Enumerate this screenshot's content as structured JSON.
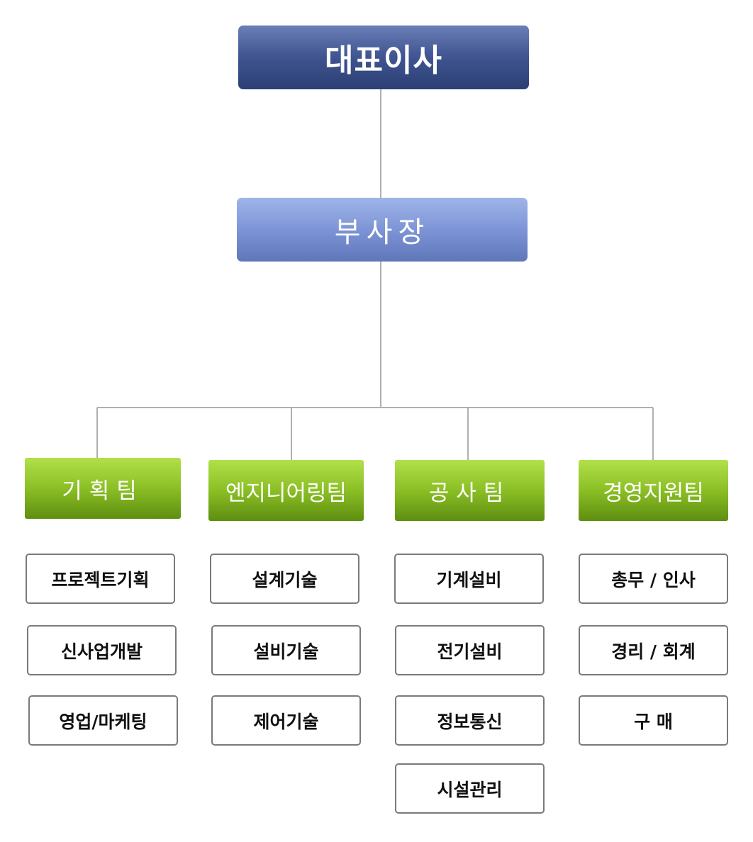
{
  "ceo": {
    "label": "대표이사"
  },
  "vp": {
    "label": "부사장"
  },
  "teams": [
    {
      "label": "기획팀",
      "items": [
        "프로젝트기획",
        "신사업개발",
        "영업/마케팅"
      ]
    },
    {
      "label": "엔지니어링팀",
      "items": [
        "설계기술",
        "설비기술",
        "제어기술"
      ]
    },
    {
      "label": "공사팀",
      "items": [
        "기계설비",
        "전기설비",
        "정보통신",
        "시설관리"
      ]
    },
    {
      "label": "경영지원팀",
      "items": [
        "총무 / 인사",
        "경리 / 회계",
        "구 매"
      ]
    }
  ],
  "colors": {
    "ceo": "#3f5490",
    "vp": "#7d95d6",
    "team": "#8bbf25",
    "connector": "#b0b0b0",
    "sub_border": "#7a7a7a"
  }
}
